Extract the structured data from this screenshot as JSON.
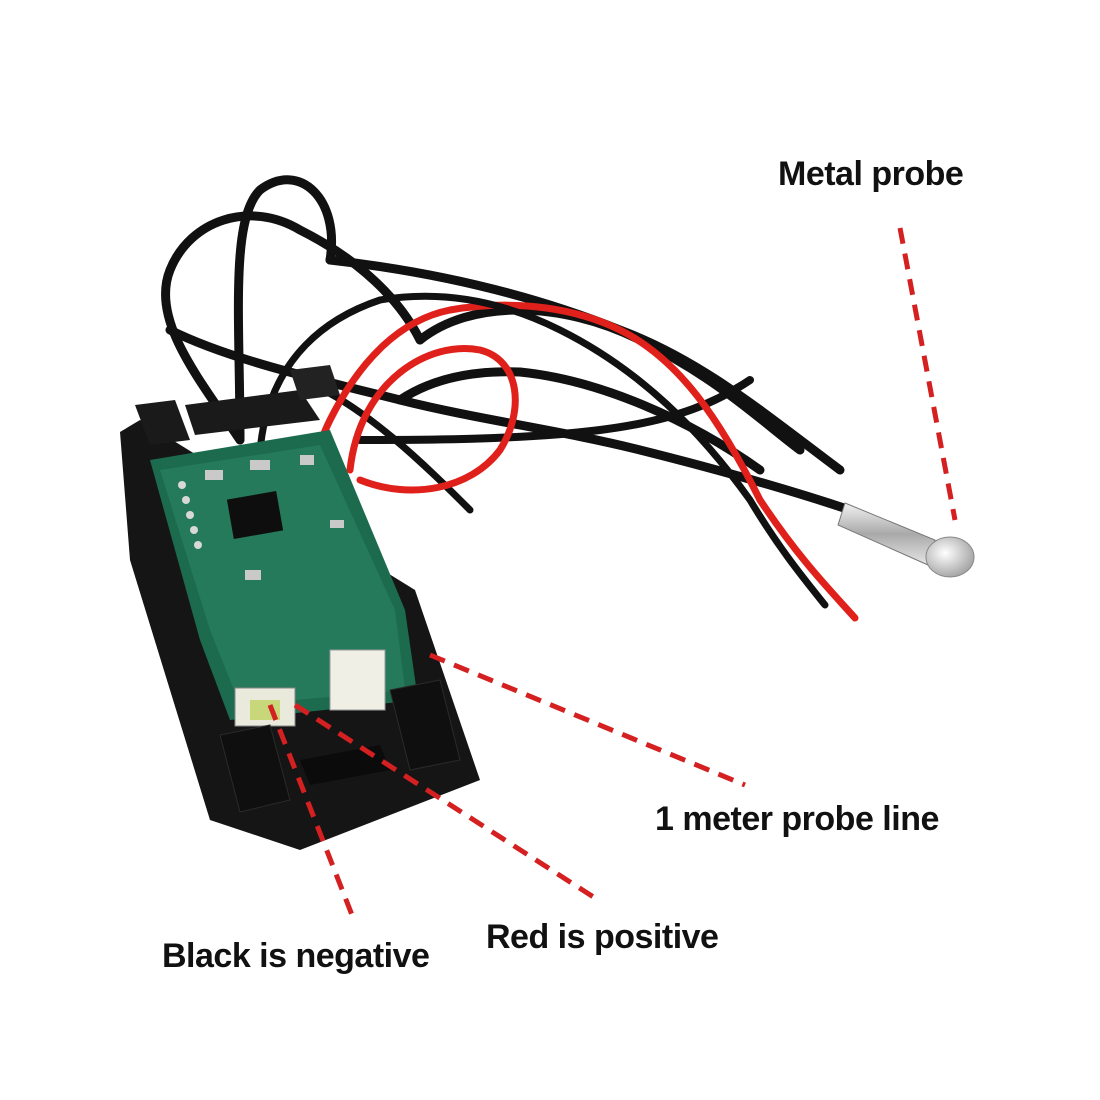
{
  "labels": {
    "metal_probe": "Metal probe",
    "probe_line": "1 meter probe line",
    "black_negative": "Black is negative",
    "red_positive": "Red is positive"
  },
  "colors": {
    "background": "#ffffff",
    "pcb_green": "#1d6b4f",
    "housing_black": "#1a1a1a",
    "wire_red": "#e0201a",
    "wire_black": "#111111",
    "callout_dash_red": "#d42020",
    "probe_metal": "#cfcfcf"
  },
  "icons": {
    "thermometer_module": "thermometer-module-photo"
  }
}
